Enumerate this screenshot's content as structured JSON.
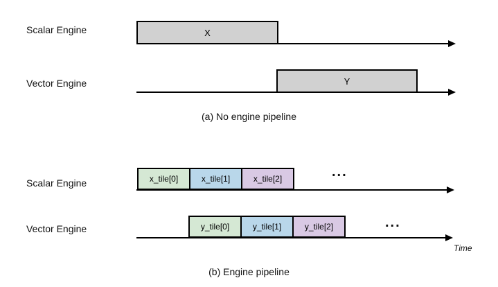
{
  "diagram_a": {
    "caption": "(a) No engine pipeline",
    "scalar_row": {
      "label": "Scalar Engine",
      "block": {
        "label": "X",
        "color": "#d1d1d1"
      }
    },
    "vector_row": {
      "label": "Vector Engine",
      "block": {
        "label": "Y",
        "color": "#d1d1d1"
      }
    }
  },
  "diagram_b": {
    "caption": "(b) Engine pipeline",
    "scalar_row": {
      "label": "Scalar Engine",
      "tiles": [
        {
          "label": "x_tile[0]",
          "color": "#d5e8d4"
        },
        {
          "label": "x_tile[1]",
          "color": "#b9d7ea"
        },
        {
          "label": "x_tile[2]",
          "color": "#d9c9e4"
        }
      ],
      "ellipsis": "..."
    },
    "vector_row": {
      "label": "Vector Engine",
      "tiles": [
        {
          "label": "y_tile[0]",
          "color": "#d5e8d4"
        },
        {
          "label": "y_tile[1]",
          "color": "#b9d7ea"
        },
        {
          "label": "y_tile[2]",
          "color": "#d9c9e4"
        }
      ],
      "ellipsis": "..."
    },
    "time_label": "Time"
  },
  "colors": {
    "block_gray": "#d1d1d1",
    "tile_green": "#d5e8d4",
    "tile_blue": "#b9d7ea",
    "tile_purple": "#d9c9e4",
    "line": "#000000"
  }
}
